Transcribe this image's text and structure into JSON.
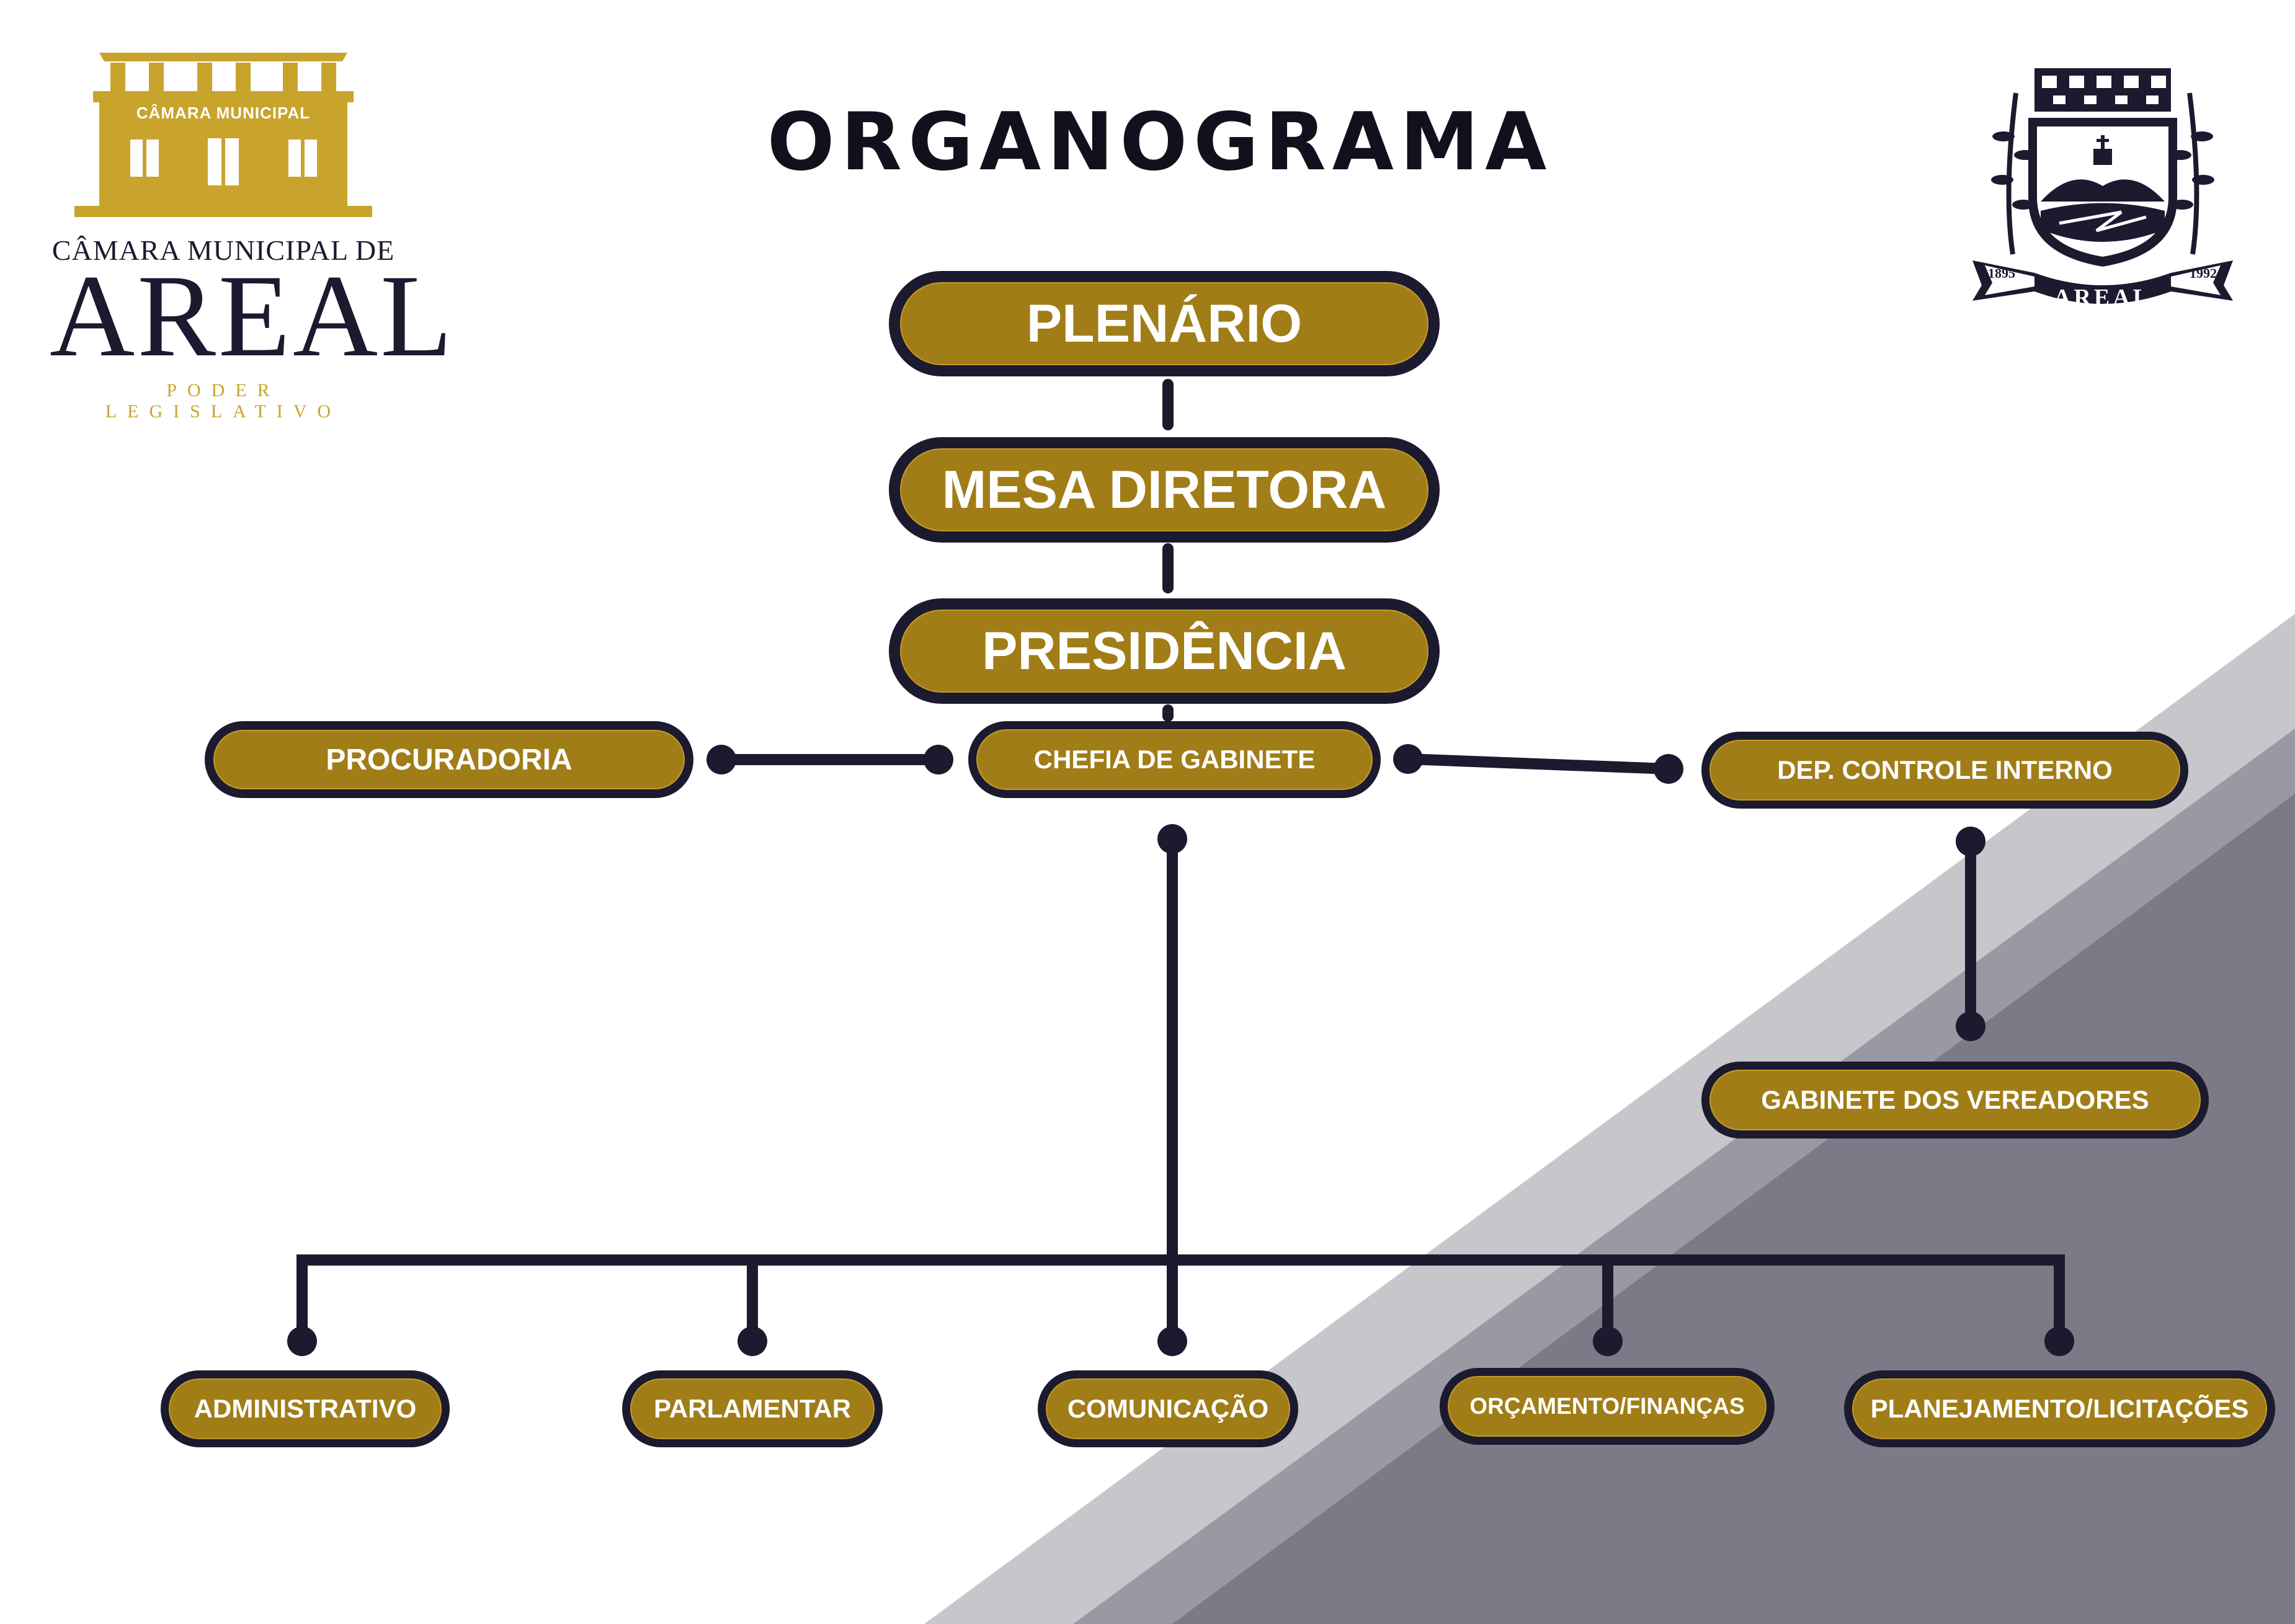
{
  "title": "ORGANOGRAMA",
  "logo_left": {
    "roof_label": "CÂMARA MUNICIPAL",
    "line1": "CÂMARA MUNICIPAL DE",
    "line2": "AREAL",
    "line3": "PODER LEGISLATIVO"
  },
  "crest": {
    "year_left": "1895",
    "year_right": "1992",
    "name": "AREAL"
  },
  "nodes": {
    "plenario": "PLENÁRIO",
    "mesa_diretora": "MESA DIRETORA",
    "presidencia": "PRESIDÊNCIA",
    "procuradoria": "PROCURADORIA",
    "chefia_gabinete": "CHEFIA DE GABINETE",
    "controle_interno": "DEP. CONTROLE INTERNO",
    "gabinete_vereadores": "GABINETE DOS VEREADORES",
    "administrativo": "ADMINISTRATIVO",
    "parlamentar": "PARLAMENTAR",
    "comunicacao": "COMUNICAÇÃO",
    "orcamento": "ORÇAMENTO/FINANÇAS",
    "planejamento": "PLANEJAMENTO/LICITAÇÕES"
  },
  "colors": {
    "box_fill": "#a07d17",
    "box_border": "#1b1a2f",
    "line": "#1b1a2f",
    "gold": "#c9a42c",
    "band_light": "#c6c6cb",
    "band_mid": "#9a99a3",
    "band_dark": "#7b7a86"
  }
}
